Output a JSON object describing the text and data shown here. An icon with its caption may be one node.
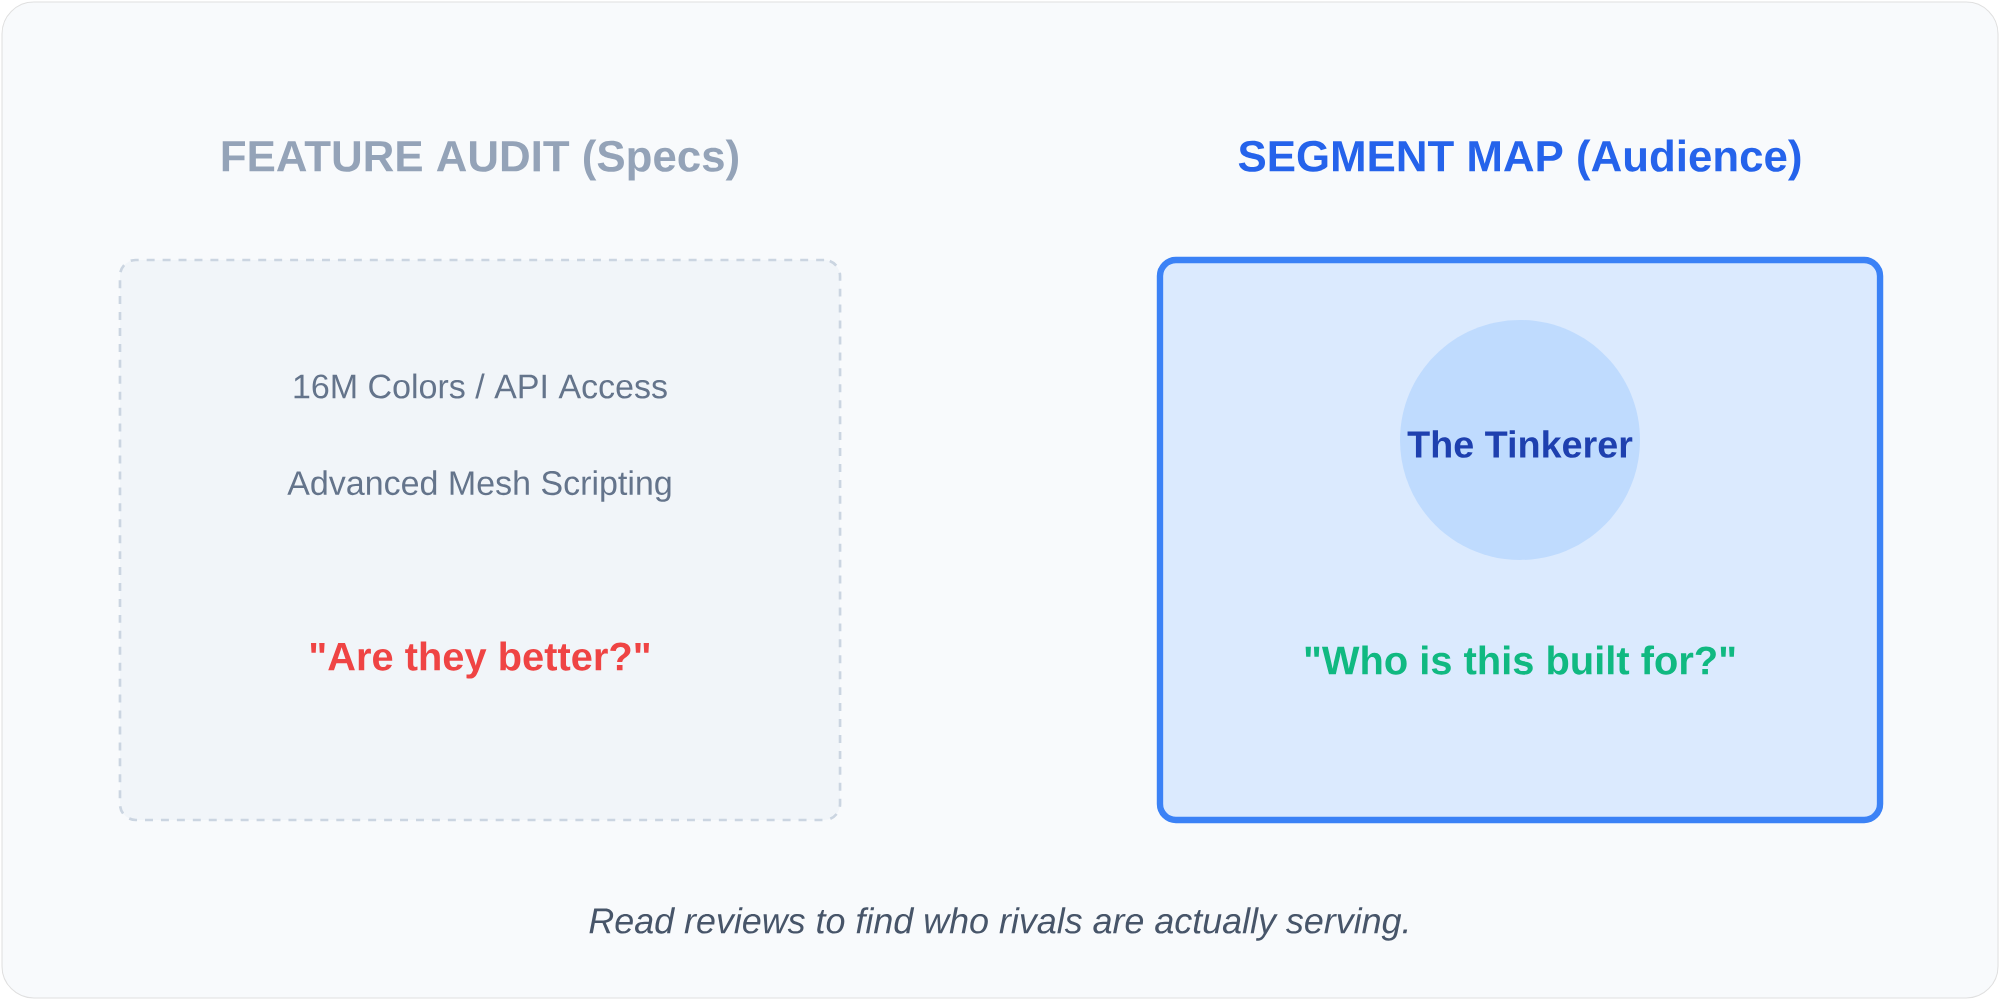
{
  "diagram": {
    "caption": "Read reviews to find who rivals are actually serving.",
    "nodes": [
      {
        "text": [
          "FEATURE AUDIT (Specs)",
          "16M Colors / API Access",
          "Advanced Mesh Scripting",
          "\"Are they better?\""
        ]
      },
      {
        "text": [
          "SEGMENT MAP (Audience)",
          "\"Who is this built for?\""
        ]
      },
      {
        "text": [
          "The Tinkerer"
        ],
        "in": 1
      }
    ]
  }
}
